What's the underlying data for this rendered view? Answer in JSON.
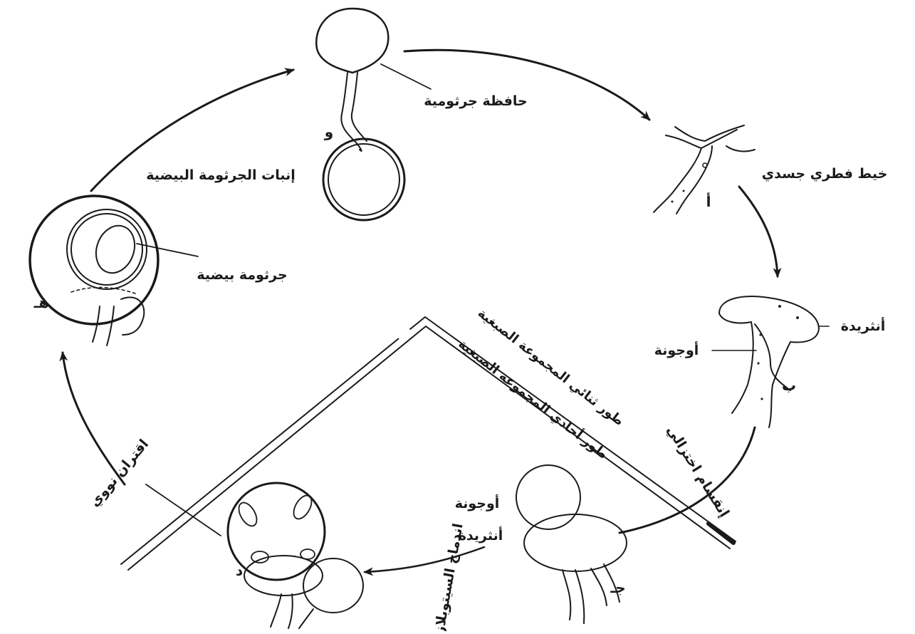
{
  "labels": {
    "sporangium": "حافظة جرثومية",
    "somatic_hypha": "خيط فطري جسدي",
    "antheridium_b": "أنثريدة",
    "oogonium_b": "أوجونة",
    "meiosis": "إنقسام اختزالي",
    "oogonium_c": "أوجونة",
    "antheridium_c": "أنثريدة",
    "plasmogamy": "اندماج السيتوبلازم",
    "karyogamy": "اقتران نووي",
    "oospore": "جرثومة بيضية",
    "oospore_germination": "إنبات الجرثومة البيضية",
    "diploid_phase": "طور ثنائي المجموعة الصبغية",
    "haploid_phase": "طور أحادي المجموعة الصبغية"
  },
  "stages": {
    "a": "أ",
    "b": "ب",
    "c": "جـ",
    "d": "د",
    "e": "هـ",
    "f": "و"
  }
}
